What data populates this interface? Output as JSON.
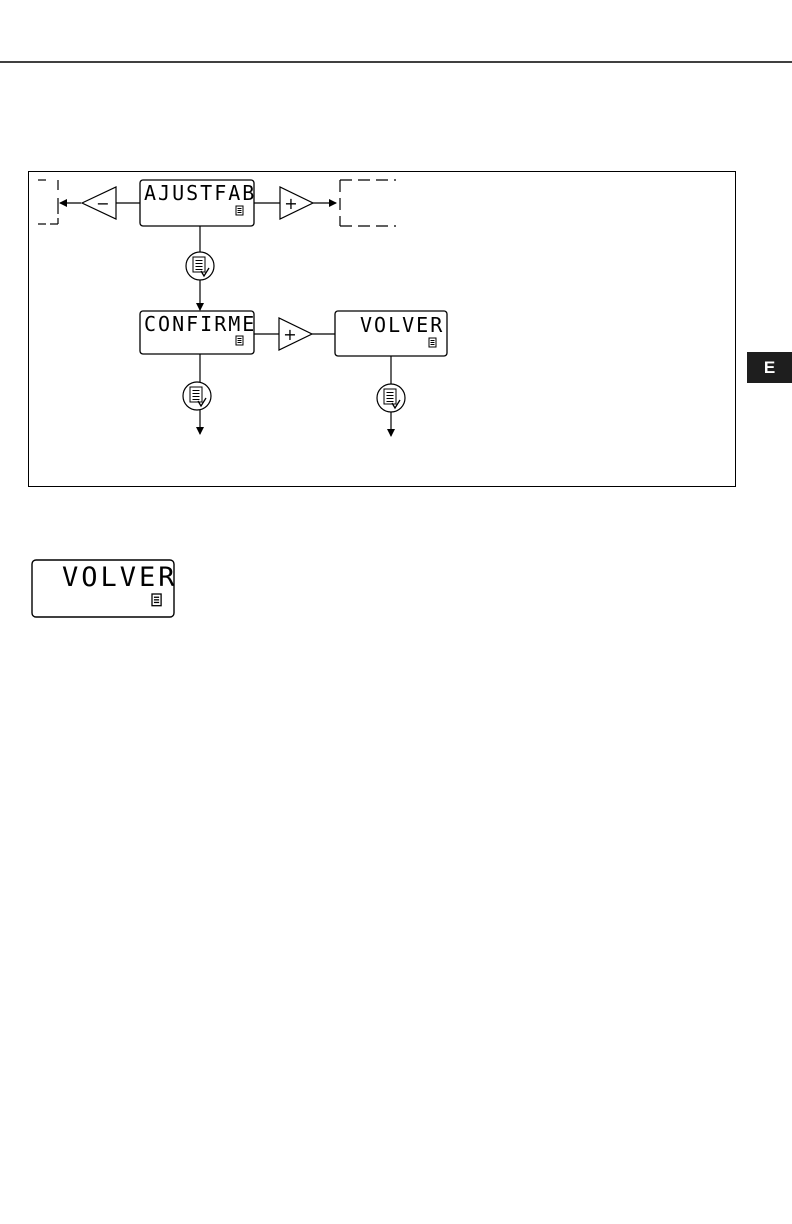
{
  "language_tab": "E",
  "diagram": {
    "display_main": "AJUSTFAB",
    "display_confirm": "CONFIRME",
    "display_back": "VOLVER",
    "minus_sign": "−",
    "plus_sign": "+"
  },
  "standalone_display": {
    "text": "VOLVER"
  }
}
